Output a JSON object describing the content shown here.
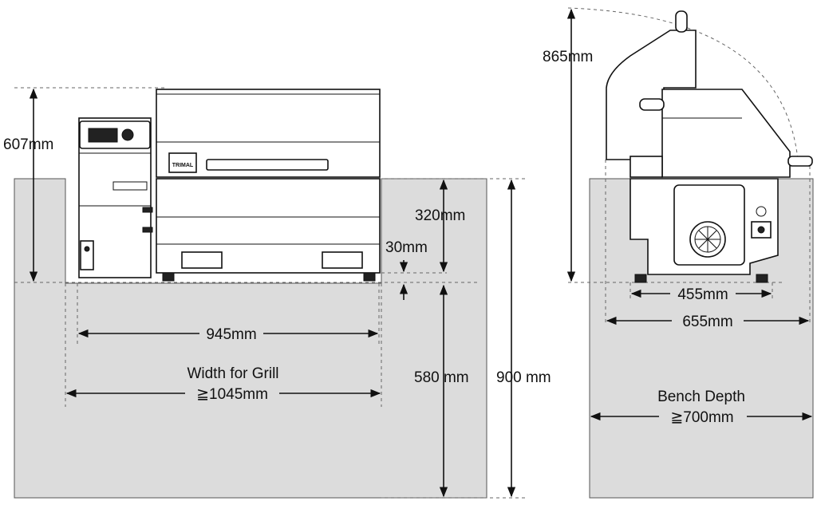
{
  "front_view": {
    "height_grill": "607mm",
    "height_upper": "320mm",
    "recess_depth": "30mm",
    "cutout_depth": "580 mm",
    "bench_height": "900 mm",
    "grill_width": "945mm",
    "width_title": "Width for Grill",
    "width_min": "≧1045mm",
    "brand": "TRIMAL"
  },
  "side_view": {
    "height_lid_open": "865mm",
    "feet_span": "455mm",
    "grill_depth": "655mm",
    "depth_title": "Bench Depth",
    "depth_min": "≧700mm"
  }
}
